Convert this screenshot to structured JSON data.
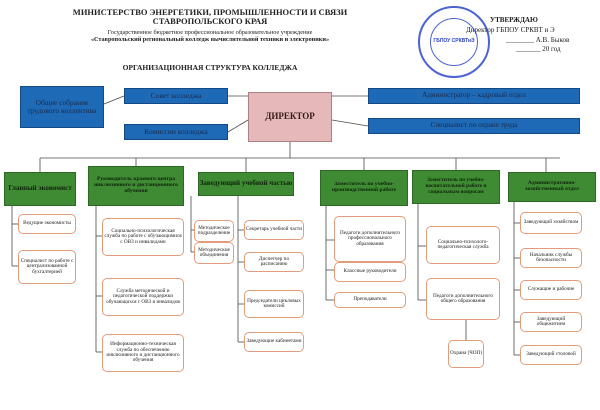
{
  "header": {
    "line1": "МИНИСТЕРСТВО ЭНЕРГЕТИКИ, ПРОМЫШЛЕННОСТИ И СВЯЗИ",
    "line2": "СТАВРОПОЛЬСКОГО КРАЯ",
    "line3": "Государственное бюджетное профессиональное образовательное учреждение",
    "line4": "«Ставропольский региональный колледж вычислительной техники и электроники»",
    "title": "ОРГАНИЗАЦИОННАЯ СТРУКТУРА КОЛЛЕДЖА"
  },
  "approval": {
    "title": "УТВЕРЖДАЮ",
    "line1": "Директор ГБПОУ СРКВТ и Э",
    "signature": "А.В. Быков",
    "year": "20   год"
  },
  "stamp": {
    "text": "ГБПОУ СРКВТиЭ"
  },
  "top_left": {
    "assembly": "Общее собрание трудового коллектива",
    "council": "Совет колледжа",
    "commission": "Комиссии колледжа"
  },
  "director": "ДИРЕКТОР",
  "top_right": {
    "admin": "Администратор – кадровый отдел",
    "safety": "Специалист по охране труда"
  },
  "columns": [
    {
      "title": "Главный экономист",
      "children": [
        "Ведущие экономисты",
        "Специалист по работе с централизованной бухгалтерией"
      ]
    },
    {
      "title": "Руководитель краевого центра инклюзивного и дистанционного обучения",
      "children": [
        "Социально-психологическая служба по работе с обучающимися с ОВЗ и инвалидами",
        "Служба методической и педагогической поддержки обучающихся с ОВЗ и инвалидов",
        "Информационно-техническая служба по обеспечению инклюзивного и дистанционного обучения"
      ]
    },
    {
      "title": "Заведующий учебной частью",
      "children": [
        "Методическое подразделение",
        "Методические объединения",
        "Секретарь учебной части",
        "Диспетчер по расписанию",
        "Председатели цикловых комиссий",
        "Заведующие кабинетами"
      ]
    },
    {
      "title": "Заместитель по учебно-производственной работе",
      "children": [
        "Педагоги дополнительного профессионального образования",
        "Классные руководители",
        "Преподаватели"
      ]
    },
    {
      "title": "Заместитель по учебно-воспитательной работе и социальным вопросам",
      "children": [
        "Социально-психолого-педагогическая служба",
        "Педагоги дополнительного общего образования",
        "Охрана (ЧОП)"
      ]
    },
    {
      "title": "Административно-хозяйственный отдел",
      "children": [
        "Заведующий хозяйством",
        "Начальник службы безопасности",
        "Служащие и рабочие",
        "Заведующий общежитием",
        "Заведующий столовой"
      ]
    }
  ],
  "colors": {
    "blue": "#1e6ab6",
    "green": "#3f8b33",
    "director": "#e5b9b9",
    "child_border": "#e29c7a"
  }
}
